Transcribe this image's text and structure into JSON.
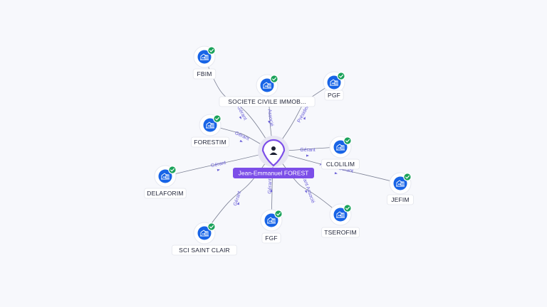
{
  "center": {
    "name": "Jean-Emmanuel FOREST",
    "icon": "person-icon",
    "accent_color": "#7c4ee8"
  },
  "colors": {
    "company_node": "#1864e6",
    "verified_check": "#1aa25a",
    "edge": "#7a7f93",
    "edge_label": "#6a5fd8"
  },
  "companies": [
    {
      "id": "fbim",
      "name": "FBIM",
      "icon": "building-icon",
      "verified": true
    },
    {
      "id": "sci-immob",
      "name": "SOCIETE CIVILE IMMOB...",
      "icon": "building-icon",
      "verified": true
    },
    {
      "id": "pgf",
      "name": "PGF",
      "icon": "building-icon",
      "verified": true
    },
    {
      "id": "forestim",
      "name": "FORESTIM",
      "icon": "building-icon",
      "verified": true
    },
    {
      "id": "clolilim",
      "name": "CLOLILIM",
      "icon": "building-icon",
      "verified": true
    },
    {
      "id": "delaforim",
      "name": "DELAFORIM",
      "icon": "building-icon",
      "verified": true
    },
    {
      "id": "jefim",
      "name": "JEFIM",
      "icon": "building-icon",
      "verified": true
    },
    {
      "id": "sci-saint-clair",
      "name": "SCI SAINT CLAIR",
      "icon": "building-icon",
      "verified": true
    },
    {
      "id": "fgf",
      "name": "FGF",
      "icon": "building-icon",
      "verified": true
    },
    {
      "id": "tserofim",
      "name": "TSEROFIM",
      "icon": "building-icon",
      "verified": true
    }
  ],
  "relations": [
    {
      "target": "fbim",
      "role": "Gérant"
    },
    {
      "target": "sci-immob",
      "role": "Associé"
    },
    {
      "target": "pgf",
      "role": "Président"
    },
    {
      "target": "forestim",
      "role": "Gérant"
    },
    {
      "target": "clolilim",
      "role": "Gérant"
    },
    {
      "target": "delaforim",
      "role": "Gérant"
    },
    {
      "target": "jefim",
      "role": "Associé Gérant"
    },
    {
      "target": "sci-saint-clair",
      "role": "Gérant"
    },
    {
      "target": "fgf",
      "role": "Gérant"
    },
    {
      "target": "tserofim",
      "role": "Gérant Associé"
    }
  ]
}
